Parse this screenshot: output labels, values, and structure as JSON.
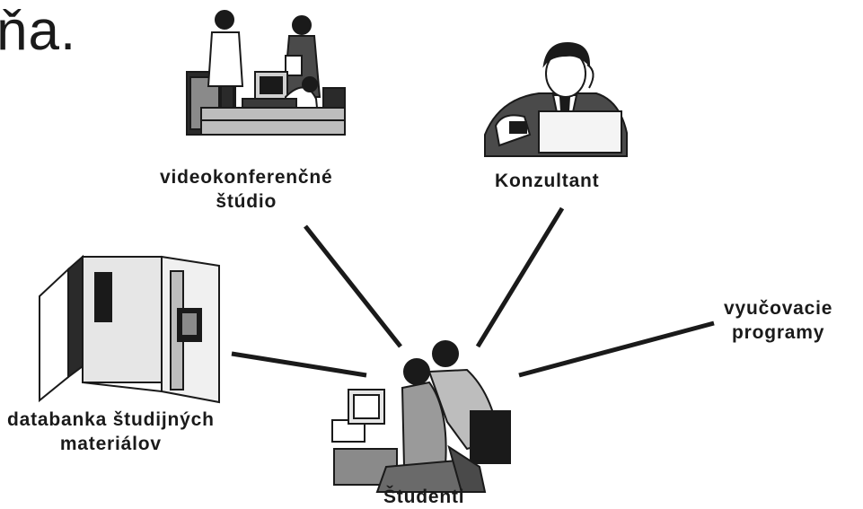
{
  "fragment": "ňa.",
  "nodes": {
    "studio": {
      "line1": "videokonferenčné",
      "line2": "štúdio"
    },
    "consultant": {
      "line1": "Konzultant"
    },
    "programs": {
      "line1": "vyučovacie",
      "line2": "programy"
    },
    "database": {
      "line1": "databanka študijných",
      "line2": "materiálov"
    },
    "students": {
      "line1": "Študenti"
    }
  }
}
